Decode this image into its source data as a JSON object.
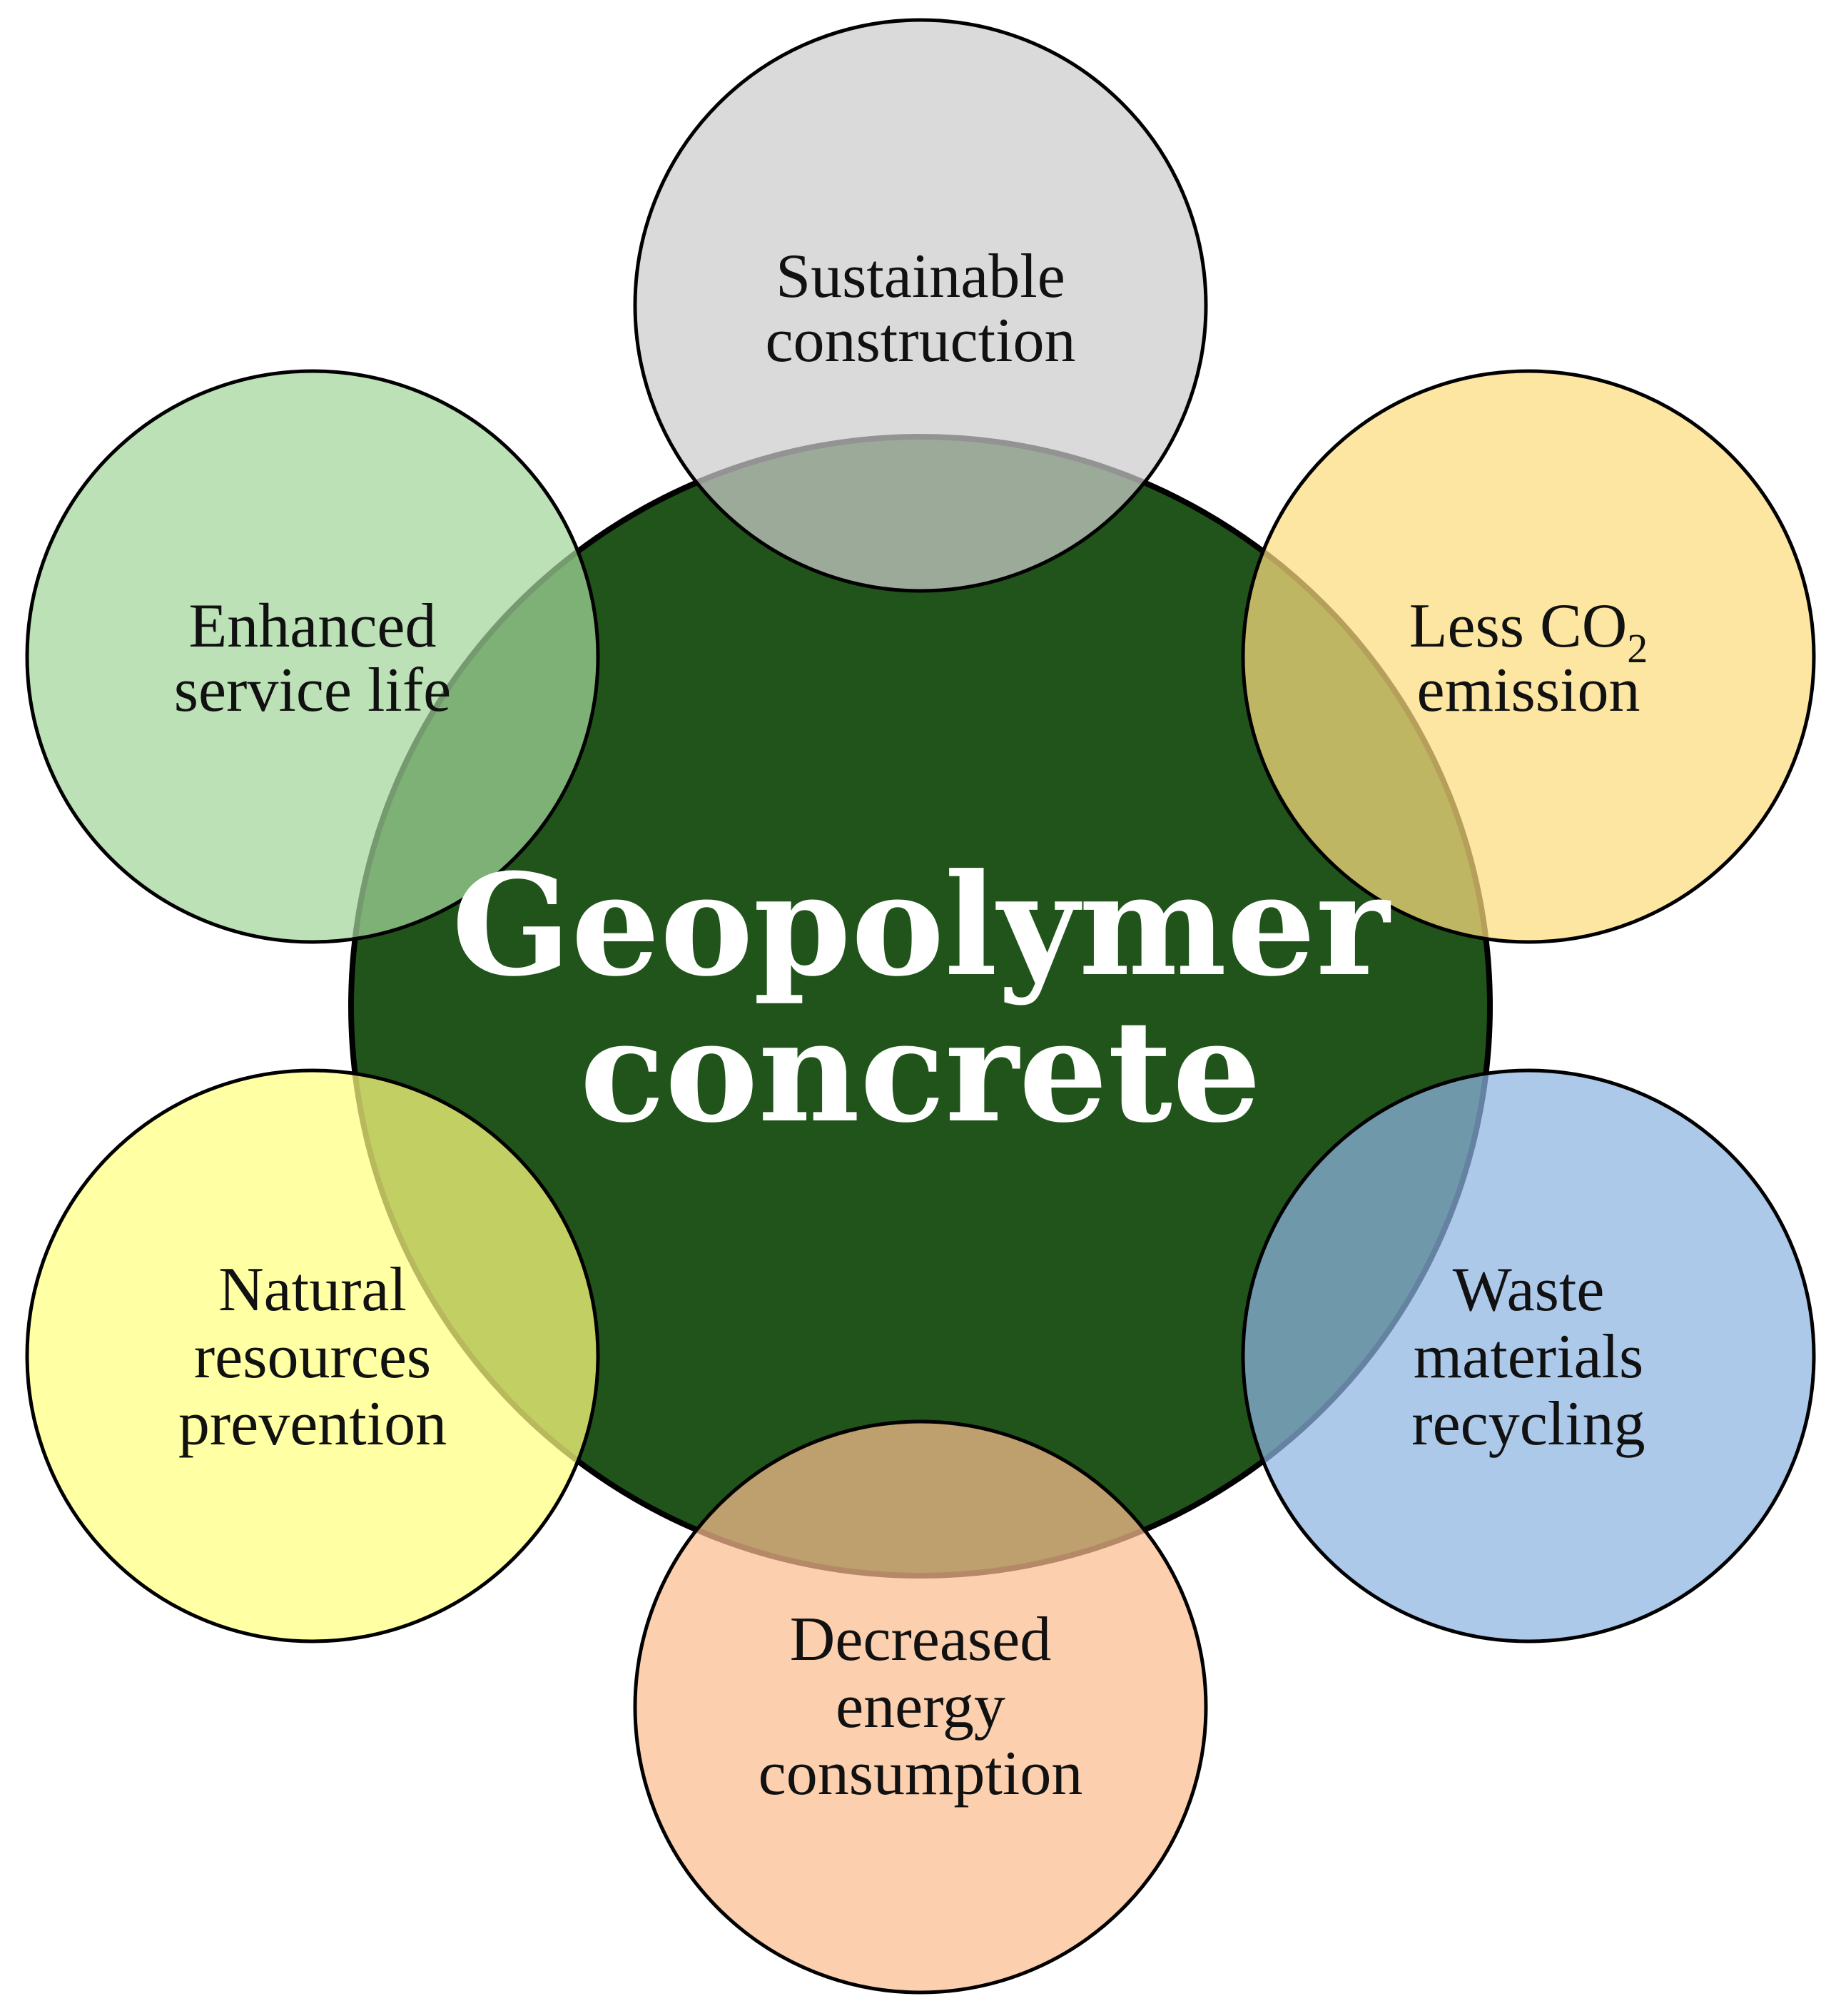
{
  "center": {
    "line1": "Geopolymer",
    "line2": "concrete",
    "fill": "#20541b"
  },
  "nodes": [
    {
      "id": "sustainable",
      "lines": [
        "Sustainable",
        "construction"
      ],
      "fill": "#cccccc"
    },
    {
      "id": "co2",
      "lines": [
        "Less CO",
        "emission"
      ],
      "subscript": "2",
      "fill": "#fbdc7e"
    },
    {
      "id": "waste",
      "lines": [
        "Waste",
        "materials",
        "recycling"
      ],
      "fill": "#8db4e2"
    },
    {
      "id": "energy",
      "lines": [
        "Decreased",
        "energy",
        "consumption"
      ],
      "fill": "#fbbd8f"
    },
    {
      "id": "natural",
      "lines": [
        "Natural",
        "resources",
        "prevention"
      ],
      "fill": "#ffff7f"
    },
    {
      "id": "service",
      "lines": [
        "Enhanced",
        "service life"
      ],
      "fill": "#a2d69a"
    }
  ]
}
